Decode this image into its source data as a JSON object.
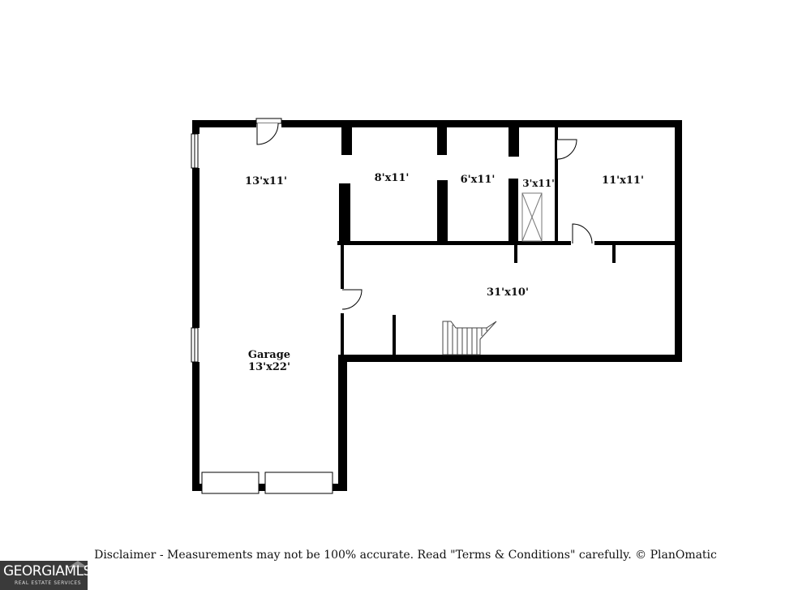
{
  "rooms": {
    "room_13x11": "13'x11'",
    "room_8x11": "8'x11'",
    "room_6x11": "6'x11'",
    "room_3x11": "3'x11'",
    "room_11x11": "11'x11'",
    "room_31x10": "31'x10'",
    "garage_name": "Garage",
    "garage_size": "13'x22'"
  },
  "disclaimer": "Disclaimer - Measurements may not be 100% accurate. Read \"Terms & Conditions\" carefully. © PlanOmatic",
  "logo": {
    "brand": "GEORGIAMLS",
    "tagline": "REAL ESTATE SERVICES"
  },
  "colors": {
    "wall": "#000000",
    "background": "#ffffff",
    "logo_bg": "#3a3a3a"
  }
}
